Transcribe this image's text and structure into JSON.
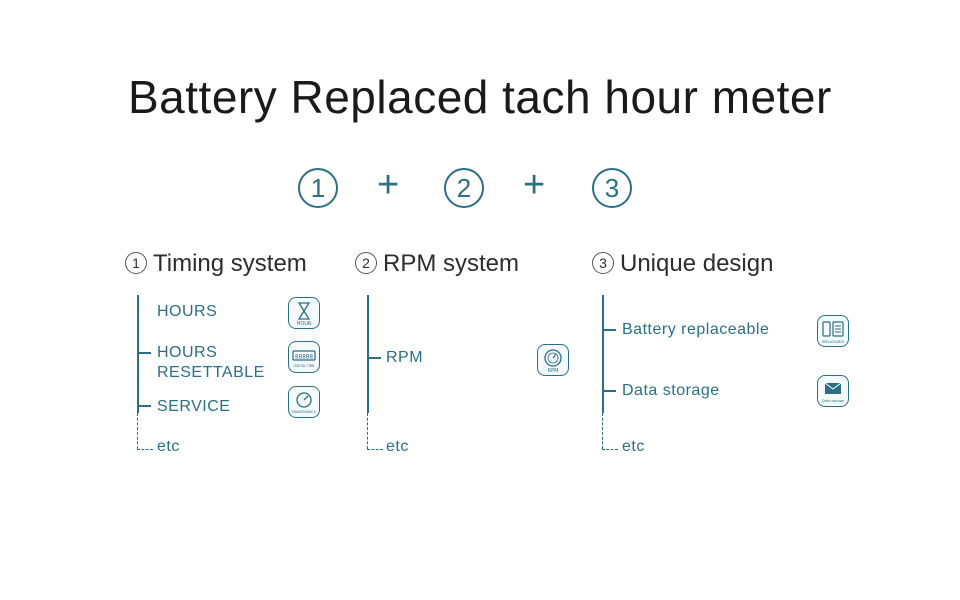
{
  "title": "Battery Replaced tach hour meter",
  "formula": {
    "one": "1",
    "plus": "+",
    "two": "2",
    "three": "3"
  },
  "columns": [
    {
      "number": "1",
      "heading": "Timing system",
      "items": [
        {
          "label": "HOURS",
          "icon": "hourglass-icon",
          "icon_text": "HOUR"
        },
        {
          "label": "HOURS",
          "label2": "RESETTABLE",
          "icon": "digital-display-icon",
          "icon_text": "DIGITAL TIME"
        },
        {
          "label": "SERVICE",
          "icon": "maintenance-gauge-icon",
          "icon_text": "MAINTENANCE"
        }
      ],
      "etc": "etc"
    },
    {
      "number": "2",
      "heading": "RPM system",
      "items": [
        {
          "label": "RPM",
          "icon": "tachometer-icon",
          "icon_text": "RPM"
        }
      ],
      "etc": "etc"
    },
    {
      "number": "3",
      "heading": "Unique design",
      "items": [
        {
          "label": "Battery replaceable",
          "icon": "battery-icon",
          "icon_text": "REPLACEABLE"
        },
        {
          "label": "Data storage",
          "icon": "envelope-icon",
          "icon_text": "Data storage"
        }
      ],
      "etc": "etc"
    }
  ],
  "colors": {
    "accent": "#2a6f86",
    "text": "#2d2d2d"
  }
}
